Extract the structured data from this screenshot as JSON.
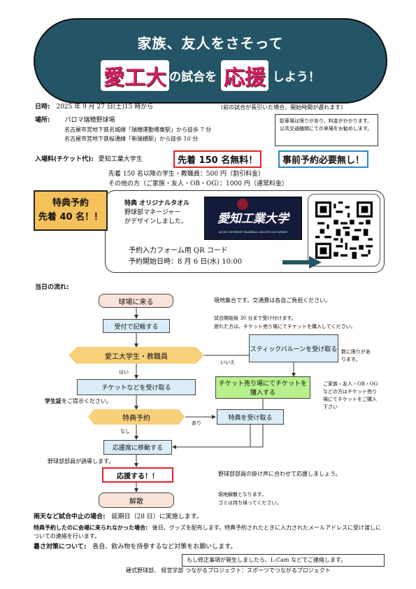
{
  "header": {
    "line1": "家族、友人をさそって",
    "highlight1": "愛工大",
    "mid": "の試合を",
    "highlight2": "応援",
    "end": "しよう！"
  },
  "info": {
    "date_label": "日時:",
    "date_value": "2025 年 9 月 27 日(土)15 時から",
    "date_note": "(前の試合が長引いた場合、開始時間が遅れます)",
    "place_label": "場所:",
    "place_name": "パロマ瑞穂野球場",
    "access1": "名古屋市営地下鉄名城線「瑞穂運動場東駅」から徒歩 7 分",
    "access2": "名古屋市営地下鉄桜通線「新瑞橋駅」から徒歩 10 分",
    "parking_note": "駐車場は限りがあり、料金がかかります。公共交通機関にての来場をお勧めします。",
    "fee_label": "入場料(チケット代):",
    "fee_target": "愛知工業大学生",
    "fee_free": "先着 150 名無料！",
    "fee_noreserve": "事前予約必要無し！",
    "fee_line2": "先着 150 名以降の学生・教職員：500 円（割引料金）",
    "fee_line3": "その他の方（ご家族・友人・OB・OG）：1000 円（通常料金）"
  },
  "special": {
    "badge_line1": "特典予約",
    "badge_line2": "先着 40 名！！",
    "title": "特典  オリジナルタオル",
    "desc1": "野球部マネージャー",
    "desc2": "がデザインしました。",
    "towel_text": "愛知工業大学",
    "towel_small": "AICHI UNIVERSITY BASEBALL LEAGUE 2025 KEIHIN",
    "qr_label": "予約入力フォーム用 QR コード",
    "reserve_start": "予約開始日時：8 月 6 日(水) 10:00"
  },
  "flow": {
    "title": "当日の流れ:",
    "s1": "球場に来る",
    "s1_note": "現地集合です。交通費は各自ご負担ください。",
    "s2": "受付で記帳する",
    "s2_note1": "試合開始後 30 分まで受け付けます。",
    "s2_note2": "遅れた方は、チケット売り場にてチケットを購入してください。",
    "s3": "愛工大学生・教職員",
    "yes": "はい",
    "no": "いいえ",
    "s4": "スティックバルーンを受け取る",
    "s4_note": "数に限りがあります。",
    "s5": "チケットなどを受け取る",
    "s5_note_bold": "学生証",
    "s5_note": "をご提示ください。",
    "s6": "チケット売り場にてチケットを購入する",
    "s6_note": "ご家族・友人・OB・OG などの方はチケット売り場にてチケットをご購入下さい",
    "s7": "特典予約",
    "ari": "あり",
    "nashi": "なし",
    "s8": "特典を受け取る",
    "s9": "応援席に移動する",
    "s9_note": "野球部部員が誘導します。",
    "s10": "応援する！！",
    "s10_note": "野球部部員の掛け声に合わせて応援しましょう。",
    "s11": "解散",
    "s11_note1": "現地解散となります。",
    "s11_note2": "ゴミは持ち帰ってください。"
  },
  "footer": {
    "rain_label": "雨天など試合中止の場合:",
    "rain_text": "延期日（28 日）に実施します。",
    "missed_label": "特典予約したのに会場に来られなかった場合:",
    "missed_text": "後日、グッズを配布します。特典予約されたときに入力されたメールアドレスに受け渡しについての連絡を行います。",
    "heat_label": "暑さ対策について:",
    "heat_text": "各自、飲み物を持参するなど対策をお願いします。",
    "contact": "もし修正事項が発生しましたら、L-Cam などでご連絡します。",
    "org": "硬式野球部、  経営学部 つながるプロジェクト：スポーツでつながるプロジェクト"
  },
  "colors": {
    "header_bg": "#245567",
    "accent_pink": "#d81b60",
    "free_border": "#e0202a",
    "noreserve_border": "#2a8bc0",
    "badge_bg": "#f5c15a"
  }
}
